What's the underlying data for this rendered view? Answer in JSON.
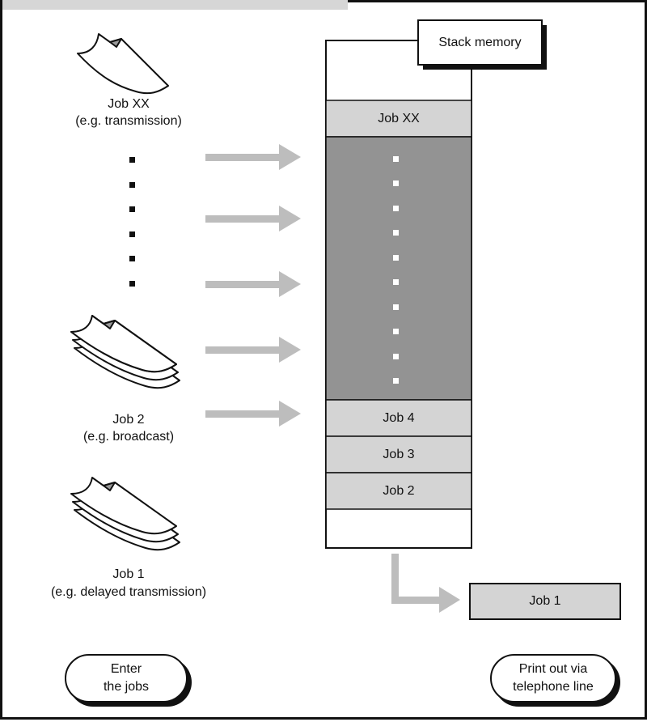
{
  "stack": {
    "title": "Stack memory",
    "slots": [
      {
        "label": "Job XX"
      },
      {
        "label": "Job 4"
      },
      {
        "label": "Job 3"
      },
      {
        "label": "Job 2"
      }
    ]
  },
  "jobs": [
    {
      "name": "Job XX",
      "note": "(e.g. transmission)"
    },
    {
      "name": "Job 2",
      "note": "(e.g. broadcast)"
    },
    {
      "name": "Job 1",
      "note": "(e.g. delayed transmission)"
    }
  ],
  "output": {
    "label": "Job 1"
  },
  "buttons": {
    "enter": "Enter\nthe jobs",
    "print": "Print out via\ntelephone line"
  },
  "colors": {
    "slot_fill": "#d4d4d4",
    "stack_fill": "#939393",
    "arrow": "#bdbdbd",
    "line": "#111111"
  }
}
